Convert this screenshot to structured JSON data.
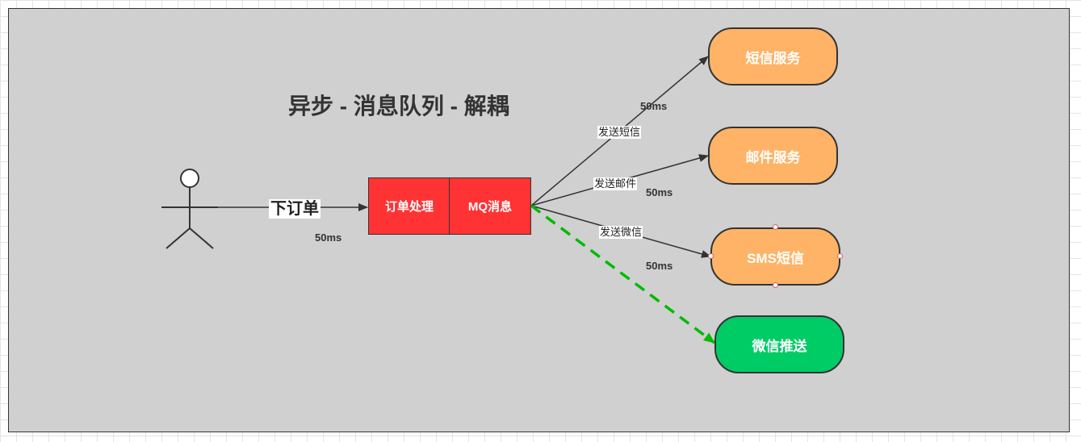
{
  "diagram": {
    "title": "异步 - 消息队列 - 解耦",
    "edge_order": "下订单",
    "time_order": "50ms",
    "box_order_process": "订单处理",
    "box_mq": "MQ消息",
    "edge_sms": "发送短信",
    "time_sms": "50ms",
    "edge_mail": "发送邮件",
    "time_mail": "50ms",
    "edge_wechat": "发送微信",
    "time_wechat": "50ms",
    "service_sms": "短信服务",
    "service_mail": "邮件服务",
    "service_sms2": "SMS短信",
    "service_wechat_push": "微信推送",
    "colors": {
      "canvas": "#d0d0d0",
      "queue_box": "#ff3333",
      "service": "#ffb366",
      "new_service": "#00cc66",
      "new_edge": "#00bb00"
    }
  }
}
